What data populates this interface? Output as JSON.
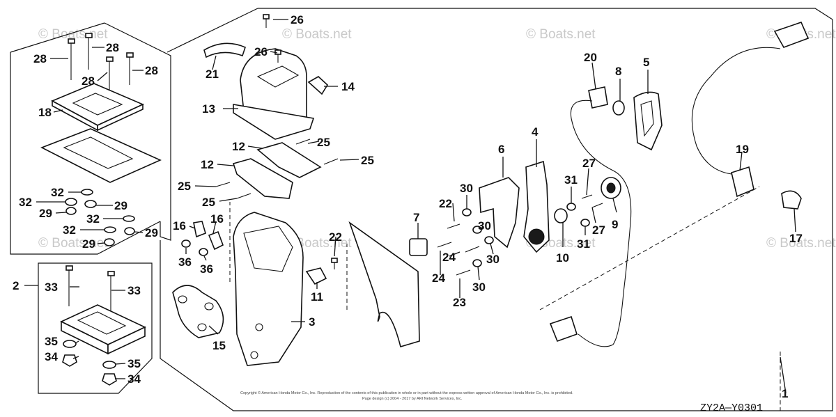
{
  "watermark": "© Boats.net",
  "diagram_code": "ZY2A—Y0301",
  "copyright_line1": "Copyright © American Honda Motor Co., Inc. Reproduction of the contents of this publication in whole or in part without the express written approval of American Honda Motor Co., Inc. is prohibited.",
  "copyright_line2": "Page design (c) 2004 - 2017 by ARI Network Services, Inc.",
  "callouts": [
    "1",
    "2",
    "3",
    "4",
    "5",
    "6",
    "7",
    "8",
    "9",
    "10",
    "11",
    "12",
    "12",
    "13",
    "14",
    "15",
    "16",
    "16",
    "17",
    "18",
    "19",
    "20",
    "21",
    "22",
    "22",
    "23",
    "24",
    "24",
    "25",
    "25",
    "25",
    "25",
    "26",
    "26",
    "27",
    "27",
    "28",
    "28",
    "28",
    "28",
    "29",
    "29",
    "29",
    "29",
    "30",
    "30",
    "30",
    "30",
    "31",
    "31",
    "32",
    "32",
    "32",
    "32",
    "33",
    "33",
    "34",
    "34",
    "35",
    "35",
    "36",
    "36"
  ]
}
